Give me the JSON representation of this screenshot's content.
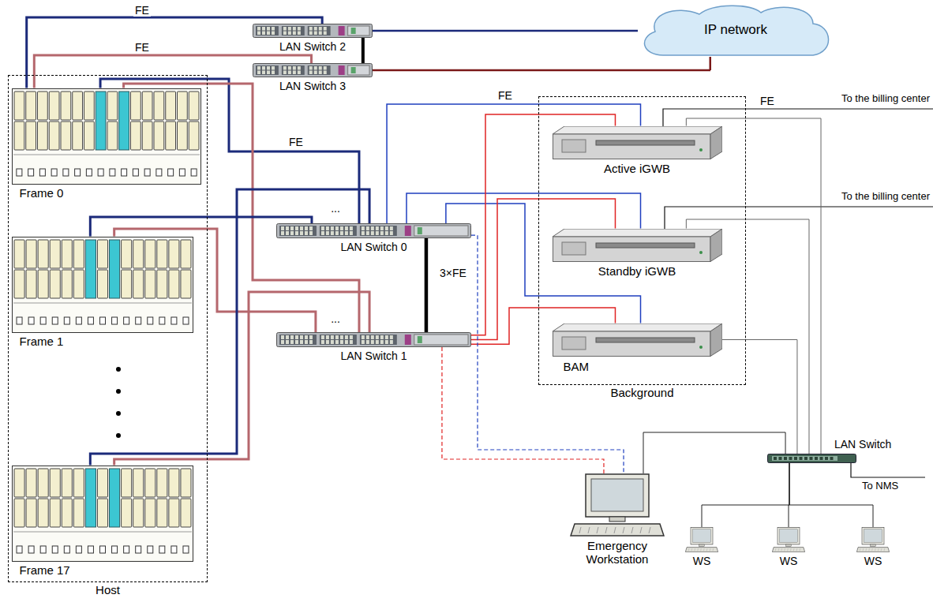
{
  "diagram": {
    "nodes": [
      {
        "text": [
          "Host"
        ]
      },
      {
        "text": [
          "Frame 0"
        ],
        "in": 0
      },
      {
        "text": [
          "Frame 1"
        ],
        "in": 0
      },
      {
        "text": [
          "Frame 17"
        ],
        "in": 0
      },
      {
        "text": [
          "LAN Switch 2"
        ]
      },
      {
        "text": [
          "LAN Switch 3"
        ]
      },
      {
        "text": [
          "IP network"
        ]
      },
      {
        "text": [
          "LAN Switch 0"
        ]
      },
      {
        "text": [
          "LAN Switch 1"
        ]
      },
      {
        "text": [
          "Background"
        ]
      },
      {
        "text": [
          "Active iGWB"
        ],
        "in": 9
      },
      {
        "text": [
          "Standby iGWB"
        ],
        "in": 9
      },
      {
        "text": [
          "BAM"
        ],
        "in": 9
      },
      {
        "text": [
          "Emergency Workstation"
        ]
      },
      {
        "text": [
          "LAN Switch"
        ]
      },
      {
        "text": [
          "WS"
        ]
      },
      {
        "text": [
          "WS"
        ]
      },
      {
        "text": [
          "WS"
        ]
      }
    ],
    "edges": [
      {
        "from": 1,
        "to": 4,
        "label": "FE",
        "arrow": "none"
      },
      {
        "from": 1,
        "to": 5,
        "label": "FE",
        "arrow": "none"
      },
      {
        "from": 4,
        "to": 5,
        "arrow": "none"
      },
      {
        "from": 4,
        "to": 6,
        "arrow": "none"
      },
      {
        "from": 5,
        "to": 6,
        "arrow": "none"
      },
      {
        "from": 1,
        "to": 7,
        "label": "FE",
        "arrow": "none"
      },
      {
        "from": 1,
        "to": 8,
        "arrow": "none"
      },
      {
        "from": 2,
        "to": 7,
        "arrow": "none"
      },
      {
        "from": 2,
        "to": 8,
        "arrow": "none"
      },
      {
        "from": 3,
        "to": 7,
        "arrow": "none"
      },
      {
        "from": 3,
        "to": 8,
        "arrow": "none"
      },
      {
        "from": 7,
        "to": 8,
        "label": "3×FE",
        "arrow": "none"
      },
      {
        "from": 7,
        "to": 10,
        "label": "FE",
        "arrow": "none"
      },
      {
        "from": 7,
        "to": 11,
        "arrow": "none"
      },
      {
        "from": 7,
        "to": 12,
        "arrow": "none"
      },
      {
        "from": 8,
        "to": 10,
        "arrow": "none"
      },
      {
        "from": 8,
        "to": 11,
        "arrow": "none"
      },
      {
        "from": 8,
        "to": 12,
        "arrow": "none"
      },
      {
        "from": 7,
        "to": 13,
        "arrow": "none"
      },
      {
        "from": 8,
        "to": 13,
        "arrow": "none"
      },
      {
        "from": 10,
        "to": 14,
        "arrow": "none"
      },
      {
        "from": 11,
        "to": 14,
        "arrow": "none"
      },
      {
        "from": 12,
        "to": 14,
        "arrow": "none"
      },
      {
        "from": 13,
        "to": 14,
        "arrow": "none"
      },
      {
        "from": 14,
        "to": 15,
        "arrow": "none"
      },
      {
        "from": 14,
        "to": 16,
        "arrow": "none"
      },
      {
        "from": 14,
        "to": 17,
        "arrow": "none"
      }
    ],
    "labels": [
      "FE",
      "To the billing center",
      "To the billing center",
      "To NMS",
      "...",
      "..."
    ]
  }
}
